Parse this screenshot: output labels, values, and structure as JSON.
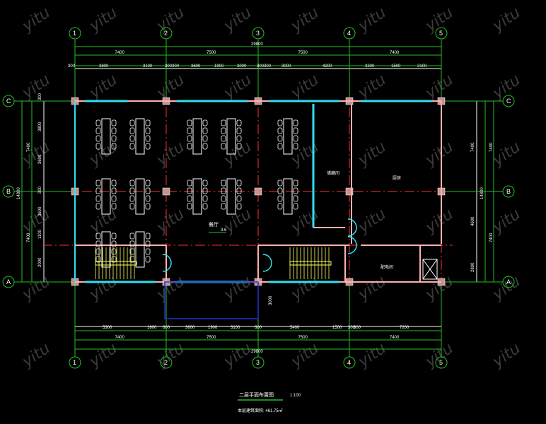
{
  "drawing": {
    "title": "二层平面布置图",
    "scale": "1:100",
    "area_note": "本层建筑面积: 461.75㎡",
    "watermark": "yitu",
    "elevation": "3.6",
    "rooms": [
      "餐厅",
      "储藏间",
      "厨房",
      "配电间"
    ]
  },
  "axes": {
    "columns": [
      "1",
      "2",
      "3",
      "4",
      "5"
    ],
    "rows": [
      "C",
      "B",
      "A"
    ]
  },
  "dimensions": {
    "top_total": "29800",
    "top_bays": [
      "7400",
      "7500",
      "7500",
      "7400"
    ],
    "top_detail": [
      "300",
      "3800",
      "3100",
      "300",
      "300",
      "3600",
      "1900",
      "3000",
      "300",
      "300",
      "3000",
      "4200",
      "3300",
      "1500",
      "3100"
    ],
    "bottom_detail": [
      "5300",
      "1800",
      "600",
      "3600",
      "1900",
      "3100",
      "600",
      "5400",
      "1500",
      "300",
      "300",
      "7200"
    ],
    "bottom_bays": [
      "7400",
      "7500",
      "7500",
      "7400"
    ],
    "bottom_total": "29800",
    "stair_depth": "3000",
    "left_total": "14800",
    "left_bays": [
      "7400",
      "7400"
    ],
    "left_detail": [
      "300",
      "3800",
      "3600",
      "300",
      "3600",
      "1100",
      "2000"
    ],
    "right_total": "14800",
    "right_bays": [
      "7400",
      "7400"
    ],
    "right_detail": [
      "7400",
      "4600",
      "2800"
    ]
  },
  "colors": {
    "grid": "#ff3030",
    "dim": "#22c022",
    "wall": "#ffb0b0",
    "glass": "#30e0f0",
    "stair": "#ffff60",
    "furniture": "#ffffff"
  }
}
